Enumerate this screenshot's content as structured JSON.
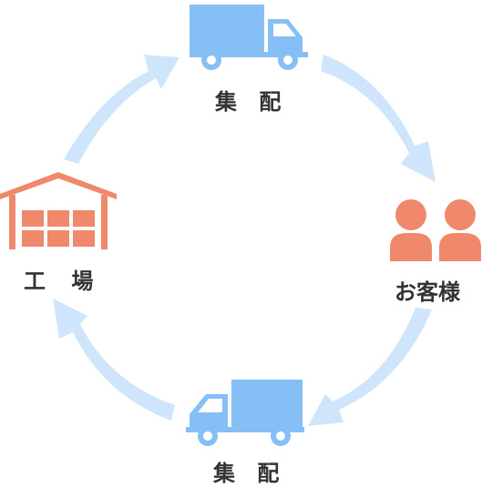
{
  "diagram": {
    "nodes": {
      "top": {
        "label": "集 配",
        "icon": "delivery-truck-icon"
      },
      "right": {
        "label": "お客様",
        "icon": "customers-icon"
      },
      "bottom": {
        "label": "集 配",
        "icon": "delivery-truck-icon"
      },
      "left": {
        "label": "工 場",
        "icon": "factory-icon"
      }
    },
    "colors": {
      "arrow": "#cfe5fb",
      "truck": "#86bff5",
      "accent": "#f0896b",
      "text": "#333333",
      "background": "#ffffff"
    }
  }
}
